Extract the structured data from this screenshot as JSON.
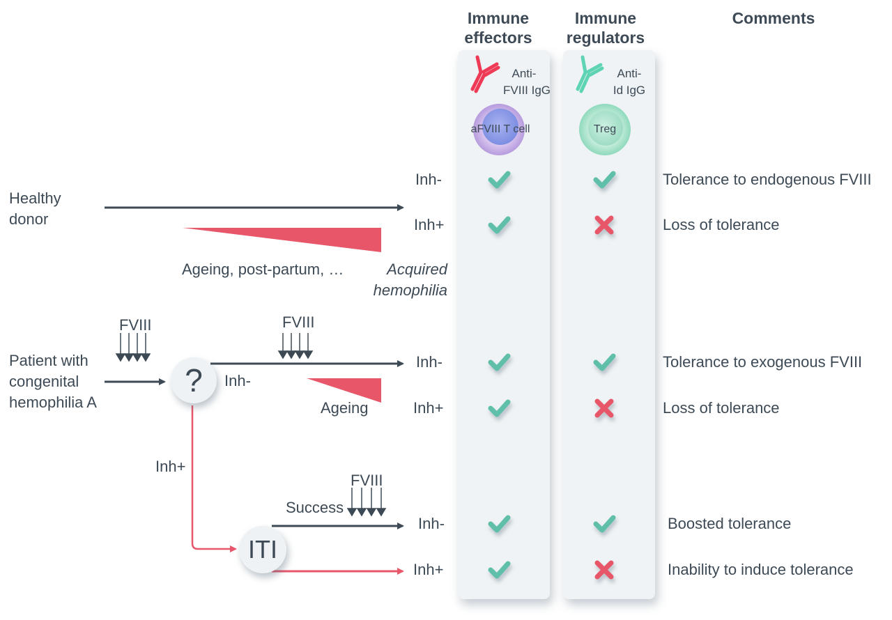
{
  "colors": {
    "text": "#3d4a55",
    "arrow_dark": "#3d4a55",
    "arrow_red": "#e8566a",
    "check_green": "#5fbfa9",
    "cross_red": "#e8566a",
    "panel_bg": "#eff3f5",
    "effector_igg": "#ee3a55",
    "regulator_igg": "#5fd4b4"
  },
  "headers": {
    "effectors": [
      "Immune",
      "effectors"
    ],
    "regulators": [
      "Immune",
      "regulators"
    ],
    "comments": "Comments"
  },
  "legend": {
    "effector_antibody": [
      "Anti-",
      "FVIII IgG"
    ],
    "effector_cell": "aFVIII T cell",
    "regulator_antibody": [
      "Anti-",
      "Id IgG"
    ],
    "regulator_cell": "Treg"
  },
  "subjects": {
    "healthy": [
      "Healthy",
      "donor"
    ],
    "patient": [
      "Patient with",
      "congenital",
      "hemophilia A"
    ]
  },
  "annotations": {
    "ageing_postpartum": "Ageing, post-partum, …",
    "acquired": [
      "Acquired",
      "hemophilia"
    ],
    "ageing": "Ageing",
    "fviii": "FVIII",
    "question": "?",
    "iti": "ITI",
    "success": "Success",
    "inh_minus_branch": "Inh-",
    "inh_plus_branch": "Inh+"
  },
  "rows": [
    {
      "status": "Inh-",
      "effectors": "check",
      "regulators": "check",
      "comment": "Tolerance to endogenous FVIII"
    },
    {
      "status": "Inh+",
      "effectors": "check",
      "regulators": "cross",
      "comment": "Loss of tolerance"
    },
    {
      "status": "Inh-",
      "effectors": "check",
      "regulators": "check",
      "comment": "Tolerance to exogenous FVIII"
    },
    {
      "status": "Inh+",
      "effectors": "check",
      "regulators": "cross",
      "comment": "Loss of tolerance"
    },
    {
      "status": "Inh-",
      "effectors": "check",
      "regulators": "check",
      "comment": "Boosted tolerance"
    },
    {
      "status": "Inh+",
      "effectors": "check",
      "regulators": "cross",
      "comment": "Inability to induce tolerance"
    }
  ]
}
